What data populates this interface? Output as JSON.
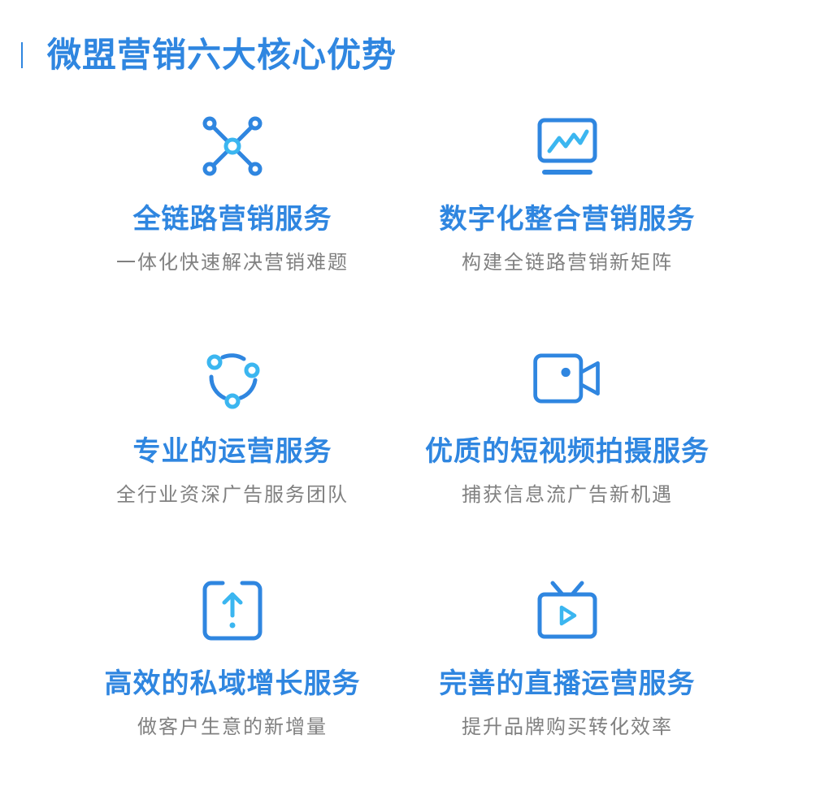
{
  "header": {
    "title": "微盟营销六大核心优势"
  },
  "colors": {
    "primary": "#2f86e0",
    "accent": "#3bb6f0",
    "subtitle": "#808080"
  },
  "features": [
    {
      "icon": "network-nodes-icon",
      "title": "全链路营销服务",
      "subtitle": "一体化快速解决营销难题"
    },
    {
      "icon": "trend-monitor-icon",
      "title": "数字化整合营销服务",
      "subtitle": "构建全链路营销新矩阵"
    },
    {
      "icon": "team-circle-icon",
      "title": "专业的运营服务",
      "subtitle": "全行业资深广告服务团队"
    },
    {
      "icon": "video-camera-icon",
      "title": "优质的短视频拍摄服务",
      "subtitle": "捕获信息流广告新机遇"
    },
    {
      "icon": "upload-box-icon",
      "title": "高效的私域增长服务",
      "subtitle": "做客户生意的新增量"
    },
    {
      "icon": "live-tv-icon",
      "title": "完善的直播运营服务",
      "subtitle": "提升品牌购买转化效率"
    }
  ]
}
